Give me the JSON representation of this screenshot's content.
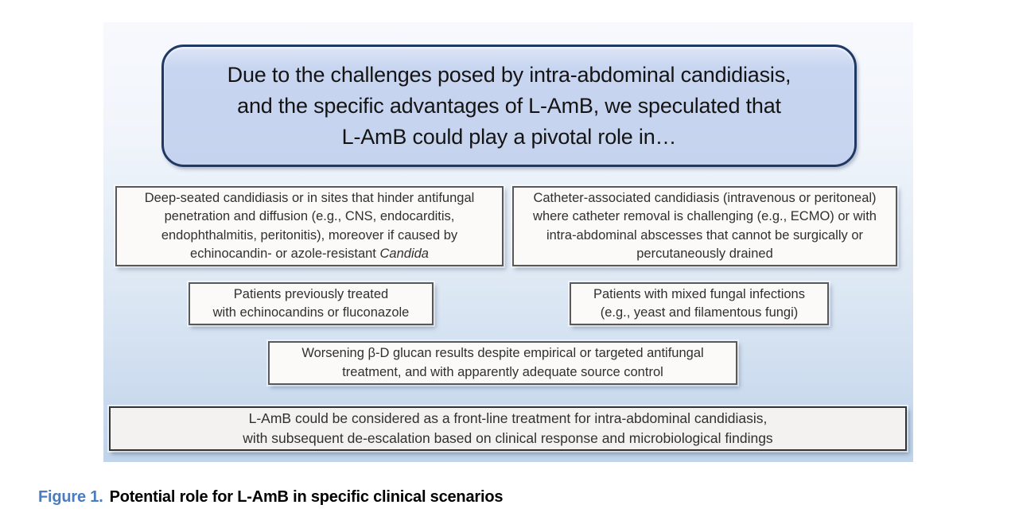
{
  "colors": {
    "figure_bg_top": "#f7f9fd",
    "figure_bg_bottom": "#c0d4ea",
    "premise_fill": "#c5d3ee",
    "premise_border": "#1f3864",
    "scenario_fill": "#fbfaf9",
    "scenario_border": "#595959",
    "conclusion_fill": "#f3f2f0",
    "conclusion_border": "#333333",
    "caption_label_color": "#4a7cc2",
    "caption_text_color": "#000000"
  },
  "premise": {
    "lines": [
      "Due to the challenges posed by intra-abdominal candidiasis,",
      "and the specific advantages of L-AmB, we speculated that",
      "L-AmB could play a pivotal role in…"
    ]
  },
  "scenarios": {
    "deep_seated": {
      "lines": [
        "Deep-seated candidiasis or in sites that hinder antifungal",
        "penetration and diffusion (e.g., CNS, endocarditis,",
        "endophthalmitis, peritonitis), moreover if  caused by"
      ],
      "last_line_text": "echinocandin- or azole-resistant",
      "last_line_italic": "Candida"
    },
    "catheter": {
      "lines": [
        "Catheter-associated candidiasis (intravenous or peritoneal)",
        "where catheter removal is challenging (e.g., ECMO) or with",
        "intra-abdominal abscesses that cannot be surgically or",
        "percutaneously drained"
      ]
    },
    "previously_treated": {
      "lines": [
        "Patients previously treated",
        "with echinocandins or fluconazole"
      ]
    },
    "mixed_fungal": {
      "lines": [
        "Patients with mixed fungal infections",
        "(e.g., yeast and filamentous fungi)"
      ]
    },
    "beta_d_glucan": {
      "lines": [
        "Worsening β-D glucan results despite empirical or targeted antifungal",
        "treatment, and with apparently adequate source control"
      ]
    }
  },
  "conclusion": {
    "lines": [
      "L-AmB could be considered as a front-line treatment for intra-abdominal candidiasis,",
      "with subsequent de-escalation based on clinical response and microbiological findings"
    ]
  },
  "caption": {
    "label": "Figure 1.",
    "title": "Potential role for L-AmB in specific clinical scenarios"
  }
}
